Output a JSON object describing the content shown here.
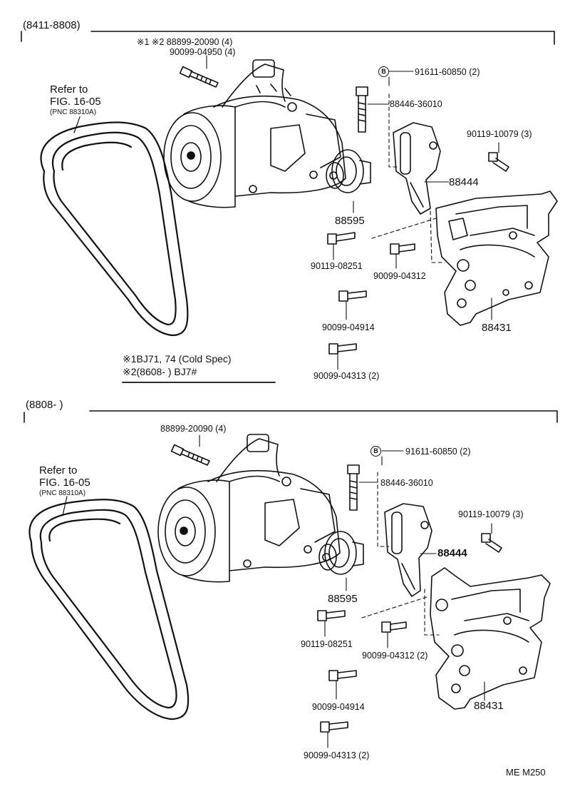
{
  "top": {
    "date_range": "(8411-8808)",
    "refer": {
      "line1": "Refer to",
      "line2": "FIG. 16-05",
      "line3": "(PNC 88310A)"
    },
    "labels": {
      "a": "※1 ※2 88899-20090 (4)",
      "b": "90099-04950 (4)",
      "c": "91611-60850 (2)",
      "d": "88446-36010",
      "e": "90119-10079 (3)",
      "f": "88444",
      "g": "88595",
      "h": "90119-08251",
      "i": "90099-04312",
      "j": "90099-04914",
      "k": "88431",
      "l": "90099-04313 (2)"
    },
    "notes": {
      "n1": "※1BJ71, 74 (Cold Spec)",
      "n2": "※2(8608-        ) BJ7#"
    }
  },
  "bottom": {
    "date_range": "(8808-        )",
    "refer": {
      "line1": "Refer to",
      "line2": "FIG. 16-05",
      "line3": "(PNC 88310A)"
    },
    "labels": {
      "a": "88899-20090 (4)",
      "c": "91611-60850 (2)",
      "d": "88446-36010",
      "e": "90119-10079 (3)",
      "f": "88444",
      "g": "88595",
      "h": "90119-08251",
      "i": "90099-04312 (2)",
      "j": "90099-04914",
      "k": "88431",
      "l": "90099-04313 (2)"
    }
  },
  "badge": "B",
  "footer": "ME  M250"
}
